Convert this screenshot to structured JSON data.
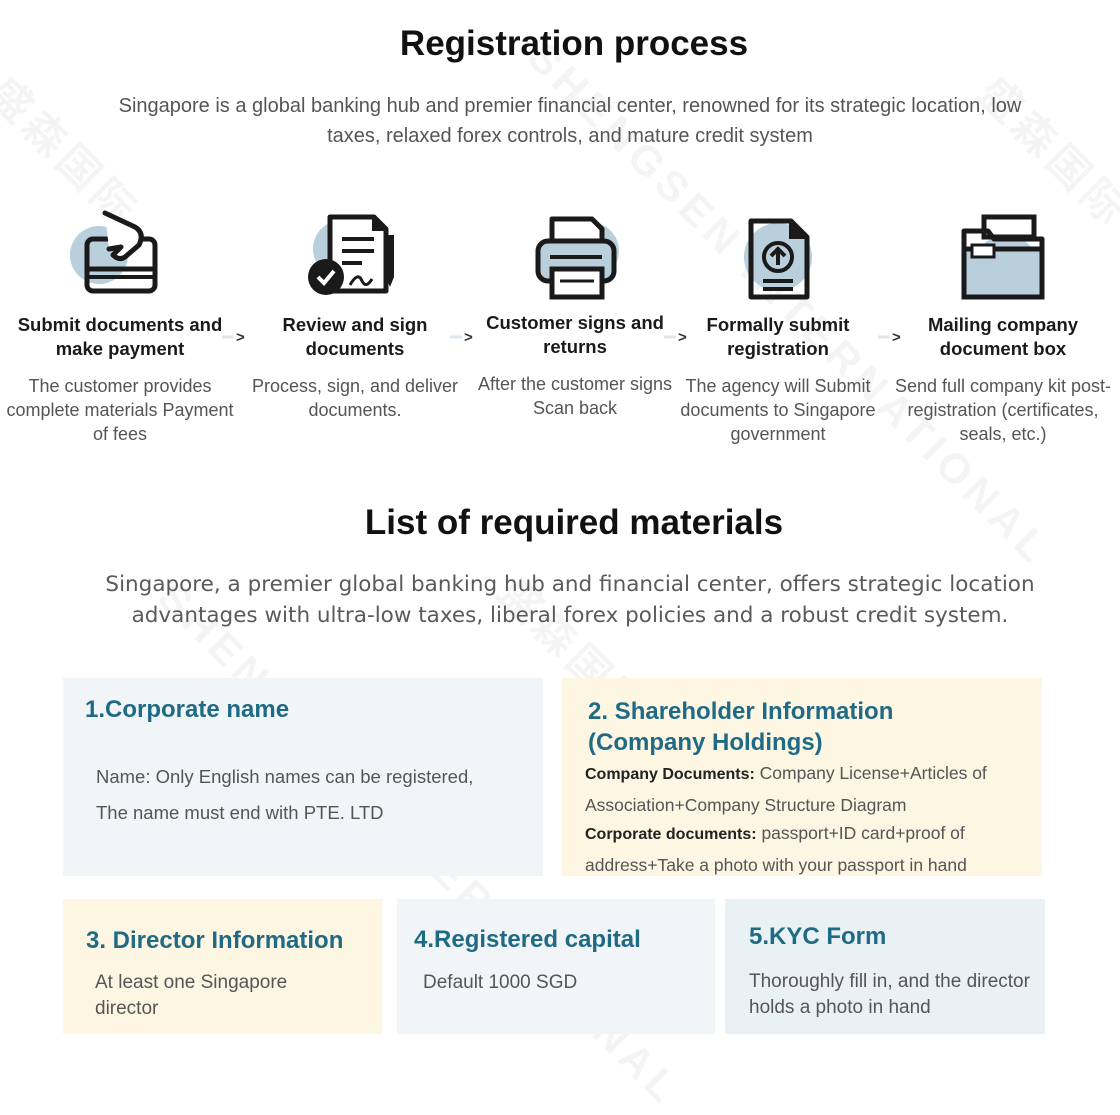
{
  "process": {
    "title": "Registration process",
    "subtitle": "Singapore is a global banking hub and premier financial center, renowned for its strategic location, low taxes, relaxed forex controls, and mature credit system",
    "arrow": ">",
    "steps": [
      {
        "name": "Submit documents and make payment",
        "desc": "The customer provides complete materials Payment of fees",
        "icon": "card-hand-icon"
      },
      {
        "name": "Review and sign documents",
        "desc": "Process, sign, and deliver documents.",
        "icon": "document-sign-icon"
      },
      {
        "name": "Customer signs and returns",
        "desc": "After the customer signs Scan back",
        "icon": "printer-icon"
      },
      {
        "name": "Formally submit registration",
        "desc": "The agency will Submit documents to Singapore government",
        "icon": "upload-document-icon"
      },
      {
        "name": "Mailing company document box",
        "desc": "Send full company kit post-registration (certificates, seals, etc.)",
        "icon": "folder-icon"
      }
    ]
  },
  "materials": {
    "title": "List of required materials",
    "subtitle": "Singapore, a premier global banking hub and financial center, offers strategic location advantages with ultra-low taxes, liberal forex policies and a robust credit system.",
    "cards": {
      "corporate": {
        "title": "1.Corporate name",
        "line1": "Name: Only English names can be registered,",
        "line2": "The name must end with PTE. LTD"
      },
      "shareholder": {
        "title": "2. Shareholder Information (Company Holdings)",
        "company_label": "Company Documents:",
        "company_text": "Company License+Articles of Association+Company Structure Diagram",
        "corporate_label": "Corporate documents:",
        "corporate_text": "passport+ID card+proof of address+Take a photo with your passport in hand"
      },
      "director": {
        "title": "3. Director Information",
        "text": "At least one Singapore director"
      },
      "capital": {
        "title": "4.Registered capital",
        "text": "Default 1000 SGD"
      },
      "kyc": {
        "title": "5.KYC Form",
        "text": "Thoroughly fill in, and the director holds a photo in hand"
      }
    }
  },
  "watermark": "SHENGSEN INTERNATIONAL",
  "watermark_cn": "盛森国际",
  "colors": {
    "accent": "#1f6b86",
    "icon_circle": "#b9cfdb",
    "card_blue": "#f1f5f8",
    "card_yellow": "#fdf6e3",
    "card_teal": "#e9f1f4"
  }
}
